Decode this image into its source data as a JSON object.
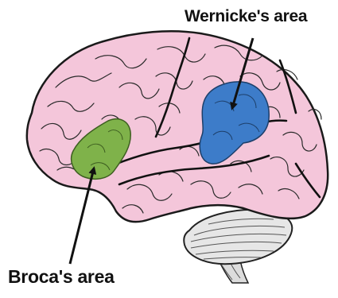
{
  "labels": {
    "wernicke": "Wernicke's area",
    "broca": "Broca's area"
  },
  "colors": {
    "background": "#ffffff",
    "cortex_fill": "#f4c6da",
    "sulcus_line": "#1a1a1a",
    "wernicke_fill": "#3d7cc9",
    "broca_fill": "#7fb24a",
    "cerebellum_fill": "#e6e6e6",
    "brainstem_fill": "#dcdcdc",
    "label_text": "#111111"
  },
  "icons": {
    "wernicke_pointer": "arrow-pointer",
    "broca_pointer": "arrow-pointer"
  }
}
